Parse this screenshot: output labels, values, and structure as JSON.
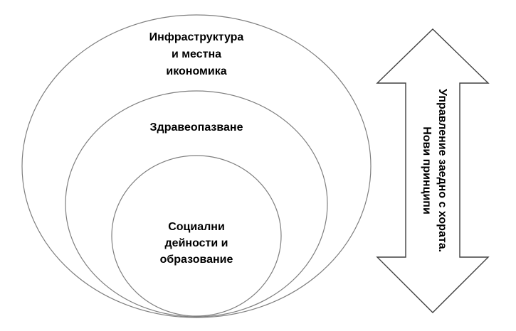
{
  "diagram": {
    "outer_ellipse": {
      "lines": [
        "Инфраструктура",
        "и местна",
        "икономика"
      ]
    },
    "middle_ellipse": {
      "lines": [
        "Здравеопазване"
      ]
    },
    "inner_ellipse": {
      "lines": [
        "Социални",
        "дейности и",
        "образование"
      ]
    },
    "arrow": {
      "lines": [
        "Управление заедно с хората.",
        "Нови принципи"
      ]
    }
  }
}
